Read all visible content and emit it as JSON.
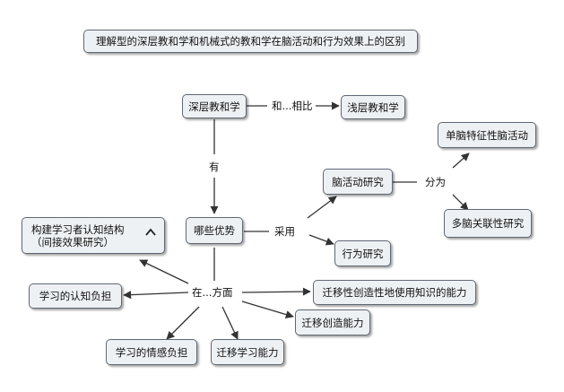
{
  "title": "理解型的深层教和学和机械式的教和学在脑活动和行为效果上的区别",
  "nodes": {
    "deep": "深层教和学",
    "shallow": "浅层教和学",
    "advantages": "哪些优势",
    "brain": "脑活动研究",
    "single": "单脑特征性脑活动",
    "multi": "多脑关联性研究",
    "behavior": "行为研究",
    "aspects": "在...方面",
    "construct_line1": "构建学习者认知结构",
    "construct_line2": "（间接效果研究）",
    "cognitive_load": "学习的认知负担",
    "emotional_load": "学习的情感负担",
    "transfer_ability": "迁移学习能力",
    "transfer_creative": "迁移创造能力",
    "transfer_knowledge": "迁移性创造性地使用知识的能力"
  },
  "links": {
    "compare": "和...相比",
    "have": "有",
    "adopt": "采用",
    "divide": "分为"
  },
  "icons": {
    "collapse": "chevron-up-icon"
  },
  "colors": {
    "node_fill": "#eef1f4",
    "node_border": "#5f6873",
    "edge": "#333333"
  }
}
